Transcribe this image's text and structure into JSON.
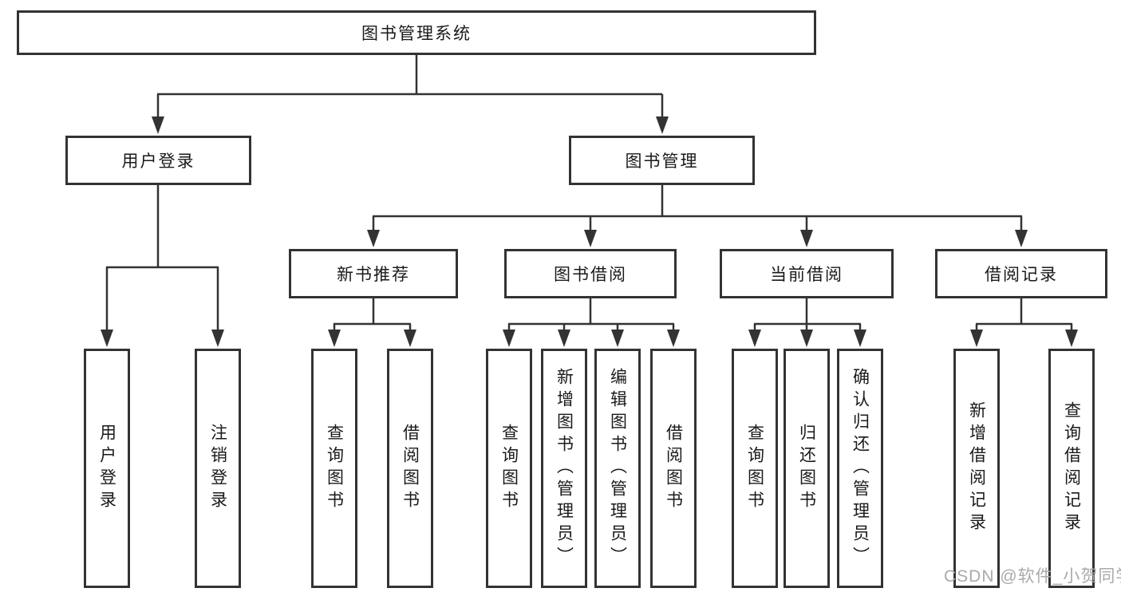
{
  "diagram_title": "图书管理系统",
  "tree": {
    "root": {
      "label": "图书管理系统"
    },
    "level2": {
      "user_login": {
        "label": "用户登录"
      },
      "book_management": {
        "label": "图书管理"
      }
    },
    "level3": {
      "new_book_recommend": {
        "label": "新书推荐"
      },
      "book_borrow": {
        "label": "图书借阅"
      },
      "current_borrow": {
        "label": "当前借阅"
      },
      "borrow_records": {
        "label": "借阅记录"
      }
    },
    "leaves": {
      "user_login_children": [
        {
          "label": "用户登录"
        },
        {
          "label": "注销登录"
        }
      ],
      "recommend_children": [
        {
          "label": "查询图书"
        },
        {
          "label": "借阅图书"
        }
      ],
      "book_borrow_children": [
        {
          "label": "查询图书"
        },
        {
          "label": "新增图书（管理员）"
        },
        {
          "label": "编辑图书（管理员）"
        },
        {
          "label": "借阅图书"
        }
      ],
      "current_borrow_children": [
        {
          "label": "查询图书"
        },
        {
          "label": "归还图书"
        },
        {
          "label": "确认归还（管理员）"
        }
      ],
      "borrow_records_children": [
        {
          "label": "新增借阅记录"
        },
        {
          "label": "查询借阅记录"
        }
      ]
    }
  },
  "watermark": "CSDN @软件_小贺同学",
  "colors": {
    "line": "#333333",
    "box_border": "#333333",
    "text": "#1a1a1a",
    "watermark": "#aaaaaa",
    "background": "#ffffff"
  }
}
